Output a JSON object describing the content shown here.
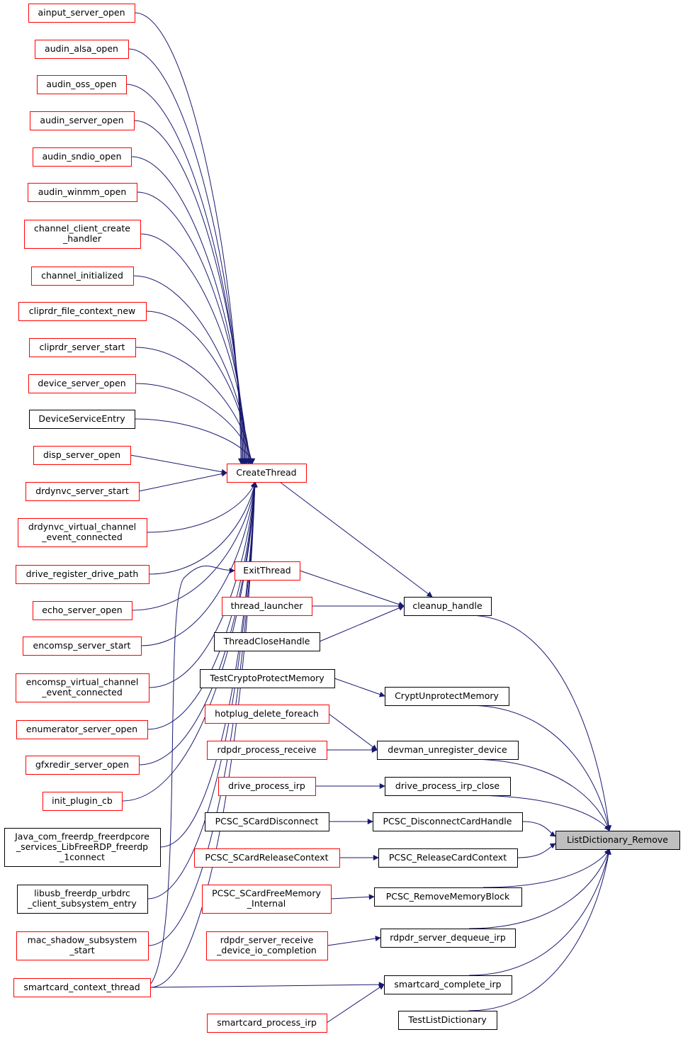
{
  "colors": {
    "edge": "#191970",
    "border_red": "#ff0000",
    "border_black": "#000000",
    "highlight_fill": "#bfbfbf",
    "background": "#ffffff"
  },
  "nodes": [
    {
      "id": "ainput",
      "lines": [
        "ainput_server_open"
      ],
      "border": "red"
    },
    {
      "id": "alsa",
      "lines": [
        "audin_alsa_open"
      ],
      "border": "red"
    },
    {
      "id": "oss",
      "lines": [
        "audin_oss_open"
      ],
      "border": "red"
    },
    {
      "id": "audin_server",
      "lines": [
        "audin_server_open"
      ],
      "border": "red"
    },
    {
      "id": "sndio",
      "lines": [
        "audin_sndio_open"
      ],
      "border": "red"
    },
    {
      "id": "winmm",
      "lines": [
        "audin_winmm_open"
      ],
      "border": "red"
    },
    {
      "id": "chan_client",
      "lines": [
        "channel_client_create",
        "_handler"
      ],
      "border": "red"
    },
    {
      "id": "chan_init",
      "lines": [
        "channel_initialized"
      ],
      "border": "red"
    },
    {
      "id": "cliprdr_ctx",
      "lines": [
        "cliprdr_file_context_new"
      ],
      "border": "red"
    },
    {
      "id": "cliprdr_start",
      "lines": [
        "cliprdr_server_start"
      ],
      "border": "red"
    },
    {
      "id": "device_open",
      "lines": [
        "device_server_open"
      ],
      "border": "red"
    },
    {
      "id": "dse",
      "lines": [
        "DeviceServiceEntry"
      ],
      "border": "black"
    },
    {
      "id": "disp",
      "lines": [
        "disp_server_open"
      ],
      "border": "red"
    },
    {
      "id": "drdynvc_start",
      "lines": [
        "drdynvc_server_start"
      ],
      "border": "red"
    },
    {
      "id": "drdynvc_virt",
      "lines": [
        "drdynvc_virtual_channel",
        "_event_connected"
      ],
      "border": "red"
    },
    {
      "id": "drive_reg",
      "lines": [
        "drive_register_drive_path"
      ],
      "border": "red"
    },
    {
      "id": "echo",
      "lines": [
        "echo_server_open"
      ],
      "border": "red"
    },
    {
      "id": "encomsp_start",
      "lines": [
        "encomsp_server_start"
      ],
      "border": "red"
    },
    {
      "id": "encomsp_virt",
      "lines": [
        "encomsp_virtual_channel",
        "_event_connected"
      ],
      "border": "red"
    },
    {
      "id": "enumerator",
      "lines": [
        "enumerator_server_open"
      ],
      "border": "red"
    },
    {
      "id": "gfxredir",
      "lines": [
        "gfxredir_server_open"
      ],
      "border": "red"
    },
    {
      "id": "init_plugin",
      "lines": [
        "init_plugin_cb"
      ],
      "border": "red"
    },
    {
      "id": "java",
      "lines": [
        "Java_com_freerdp_freerdpcore",
        "_services_LibFreeRDP_freerdp",
        "_1connect"
      ],
      "border": "black"
    },
    {
      "id": "libusb",
      "lines": [
        "libusb_freerdp_urbdrc",
        "_client_subsystem_entry"
      ],
      "border": "black"
    },
    {
      "id": "mac_shadow",
      "lines": [
        "mac_shadow_subsystem",
        "_start"
      ],
      "border": "red"
    },
    {
      "id": "sc_ctx",
      "lines": [
        "smartcard_context_thread"
      ],
      "border": "red"
    },
    {
      "id": "create_thread",
      "lines": [
        "CreateThread"
      ],
      "border": "red"
    },
    {
      "id": "exit_thread",
      "lines": [
        "ExitThread"
      ],
      "border": "red"
    },
    {
      "id": "thread_launcher",
      "lines": [
        "thread_launcher"
      ],
      "border": "red"
    },
    {
      "id": "thread_close",
      "lines": [
        "ThreadCloseHandle"
      ],
      "border": "black"
    },
    {
      "id": "cleanup",
      "lines": [
        "cleanup_handle"
      ],
      "border": "black"
    },
    {
      "id": "test_crypto",
      "lines": [
        "TestCryptoProtectMemory"
      ],
      "border": "black"
    },
    {
      "id": "crypt_unprot",
      "lines": [
        "CryptUnprotectMemory"
      ],
      "border": "black"
    },
    {
      "id": "hotplug",
      "lines": [
        "hotplug_delete_foreach"
      ],
      "border": "red"
    },
    {
      "id": "rdpdr_recv",
      "lines": [
        "rdpdr_process_receive"
      ],
      "border": "red"
    },
    {
      "id": "devman",
      "lines": [
        "devman_unregister_device"
      ],
      "border": "black"
    },
    {
      "id": "drive_proc",
      "lines": [
        "drive_process_irp"
      ],
      "border": "red"
    },
    {
      "id": "drive_close",
      "lines": [
        "drive_process_irp_close"
      ],
      "border": "black"
    },
    {
      "id": "pcsc_disc",
      "lines": [
        "PCSC_SCardDisconnect"
      ],
      "border": "black"
    },
    {
      "id": "pcsc_disc_h",
      "lines": [
        "PCSC_DisconnectCardHandle"
      ],
      "border": "black"
    },
    {
      "id": "pcsc_relctx",
      "lines": [
        "PCSC_SCardReleaseContext"
      ],
      "border": "red"
    },
    {
      "id": "pcsc_rel",
      "lines": [
        "PCSC_ReleaseCardContext"
      ],
      "border": "black"
    },
    {
      "id": "pcsc_free",
      "lines": [
        "PCSC_SCardFreeMemory",
        "_Internal"
      ],
      "border": "red"
    },
    {
      "id": "pcsc_remove",
      "lines": [
        "PCSC_RemoveMemoryBlock"
      ],
      "border": "black"
    },
    {
      "id": "rdpdr_srv_recv",
      "lines": [
        "rdpdr_server_receive",
        "_device_io_completion"
      ],
      "border": "red"
    },
    {
      "id": "rdpdr_deq",
      "lines": [
        "rdpdr_server_dequeue_irp"
      ],
      "border": "black"
    },
    {
      "id": "sc_proc",
      "lines": [
        "smartcard_process_irp"
      ],
      "border": "red"
    },
    {
      "id": "sc_complete",
      "lines": [
        "smartcard_complete_irp"
      ],
      "border": "black"
    },
    {
      "id": "test_listdict",
      "lines": [
        "TestListDictionary"
      ],
      "border": "black"
    },
    {
      "id": "ld_remove",
      "lines": [
        "ListDictionary_Remove"
      ],
      "border": "black",
      "highlight": true
    }
  ],
  "edges": [
    [
      "ainput",
      "create_thread"
    ],
    [
      "alsa",
      "create_thread"
    ],
    [
      "oss",
      "create_thread"
    ],
    [
      "audin_server",
      "create_thread"
    ],
    [
      "sndio",
      "create_thread"
    ],
    [
      "winmm",
      "create_thread"
    ],
    [
      "chan_client",
      "create_thread"
    ],
    [
      "chan_init",
      "create_thread"
    ],
    [
      "cliprdr_ctx",
      "create_thread"
    ],
    [
      "cliprdr_start",
      "create_thread"
    ],
    [
      "device_open",
      "create_thread"
    ],
    [
      "dse",
      "create_thread"
    ],
    [
      "disp",
      "create_thread"
    ],
    [
      "drdynvc_start",
      "create_thread"
    ],
    [
      "drdynvc_virt",
      "create_thread"
    ],
    [
      "drive_reg",
      "create_thread"
    ],
    [
      "echo",
      "create_thread"
    ],
    [
      "encomsp_start",
      "create_thread"
    ],
    [
      "encomsp_virt",
      "create_thread"
    ],
    [
      "enumerator",
      "create_thread"
    ],
    [
      "gfxredir",
      "create_thread"
    ],
    [
      "init_plugin",
      "create_thread"
    ],
    [
      "java",
      "create_thread"
    ],
    [
      "libusb",
      "create_thread"
    ],
    [
      "mac_shadow",
      "create_thread"
    ],
    [
      "sc_ctx",
      "create_thread"
    ],
    [
      "sc_ctx",
      "exit_thread"
    ],
    [
      "create_thread",
      "cleanup"
    ],
    [
      "exit_thread",
      "cleanup"
    ],
    [
      "thread_launcher",
      "cleanup"
    ],
    [
      "thread_close",
      "cleanup"
    ],
    [
      "test_crypto",
      "crypt_unprot"
    ],
    [
      "hotplug",
      "devman"
    ],
    [
      "rdpdr_recv",
      "devman"
    ],
    [
      "drive_proc",
      "drive_close"
    ],
    [
      "pcsc_disc",
      "pcsc_disc_h"
    ],
    [
      "pcsc_relctx",
      "pcsc_rel"
    ],
    [
      "pcsc_free",
      "pcsc_remove"
    ],
    [
      "rdpdr_srv_recv",
      "rdpdr_deq"
    ],
    [
      "sc_ctx",
      "sc_complete"
    ],
    [
      "sc_proc",
      "sc_complete"
    ],
    [
      "cleanup",
      "ld_remove"
    ],
    [
      "crypt_unprot",
      "ld_remove"
    ],
    [
      "devman",
      "ld_remove"
    ],
    [
      "drive_close",
      "ld_remove"
    ],
    [
      "pcsc_disc_h",
      "ld_remove"
    ],
    [
      "pcsc_rel",
      "ld_remove"
    ],
    [
      "pcsc_remove",
      "ld_remove"
    ],
    [
      "rdpdr_deq",
      "ld_remove"
    ],
    [
      "sc_complete",
      "ld_remove"
    ],
    [
      "test_listdict",
      "ld_remove"
    ]
  ]
}
